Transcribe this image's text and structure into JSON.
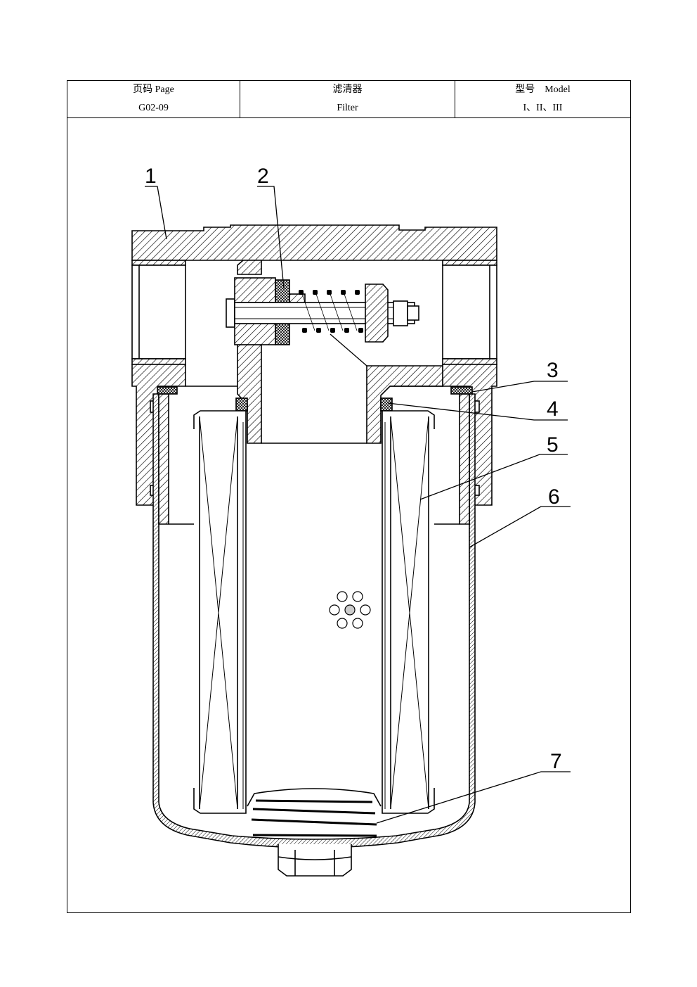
{
  "header": {
    "page_label": "页码 Page",
    "page_number": "G02-09",
    "title_cn": "滤清器",
    "title_en": "Filter",
    "model_label": "型号　Model",
    "model_value": "I、II、III"
  },
  "callouts": [
    "1",
    "2",
    "3",
    "4",
    "5",
    "6",
    "7"
  ],
  "colors": {
    "line": "#000000",
    "background": "#ffffff"
  }
}
